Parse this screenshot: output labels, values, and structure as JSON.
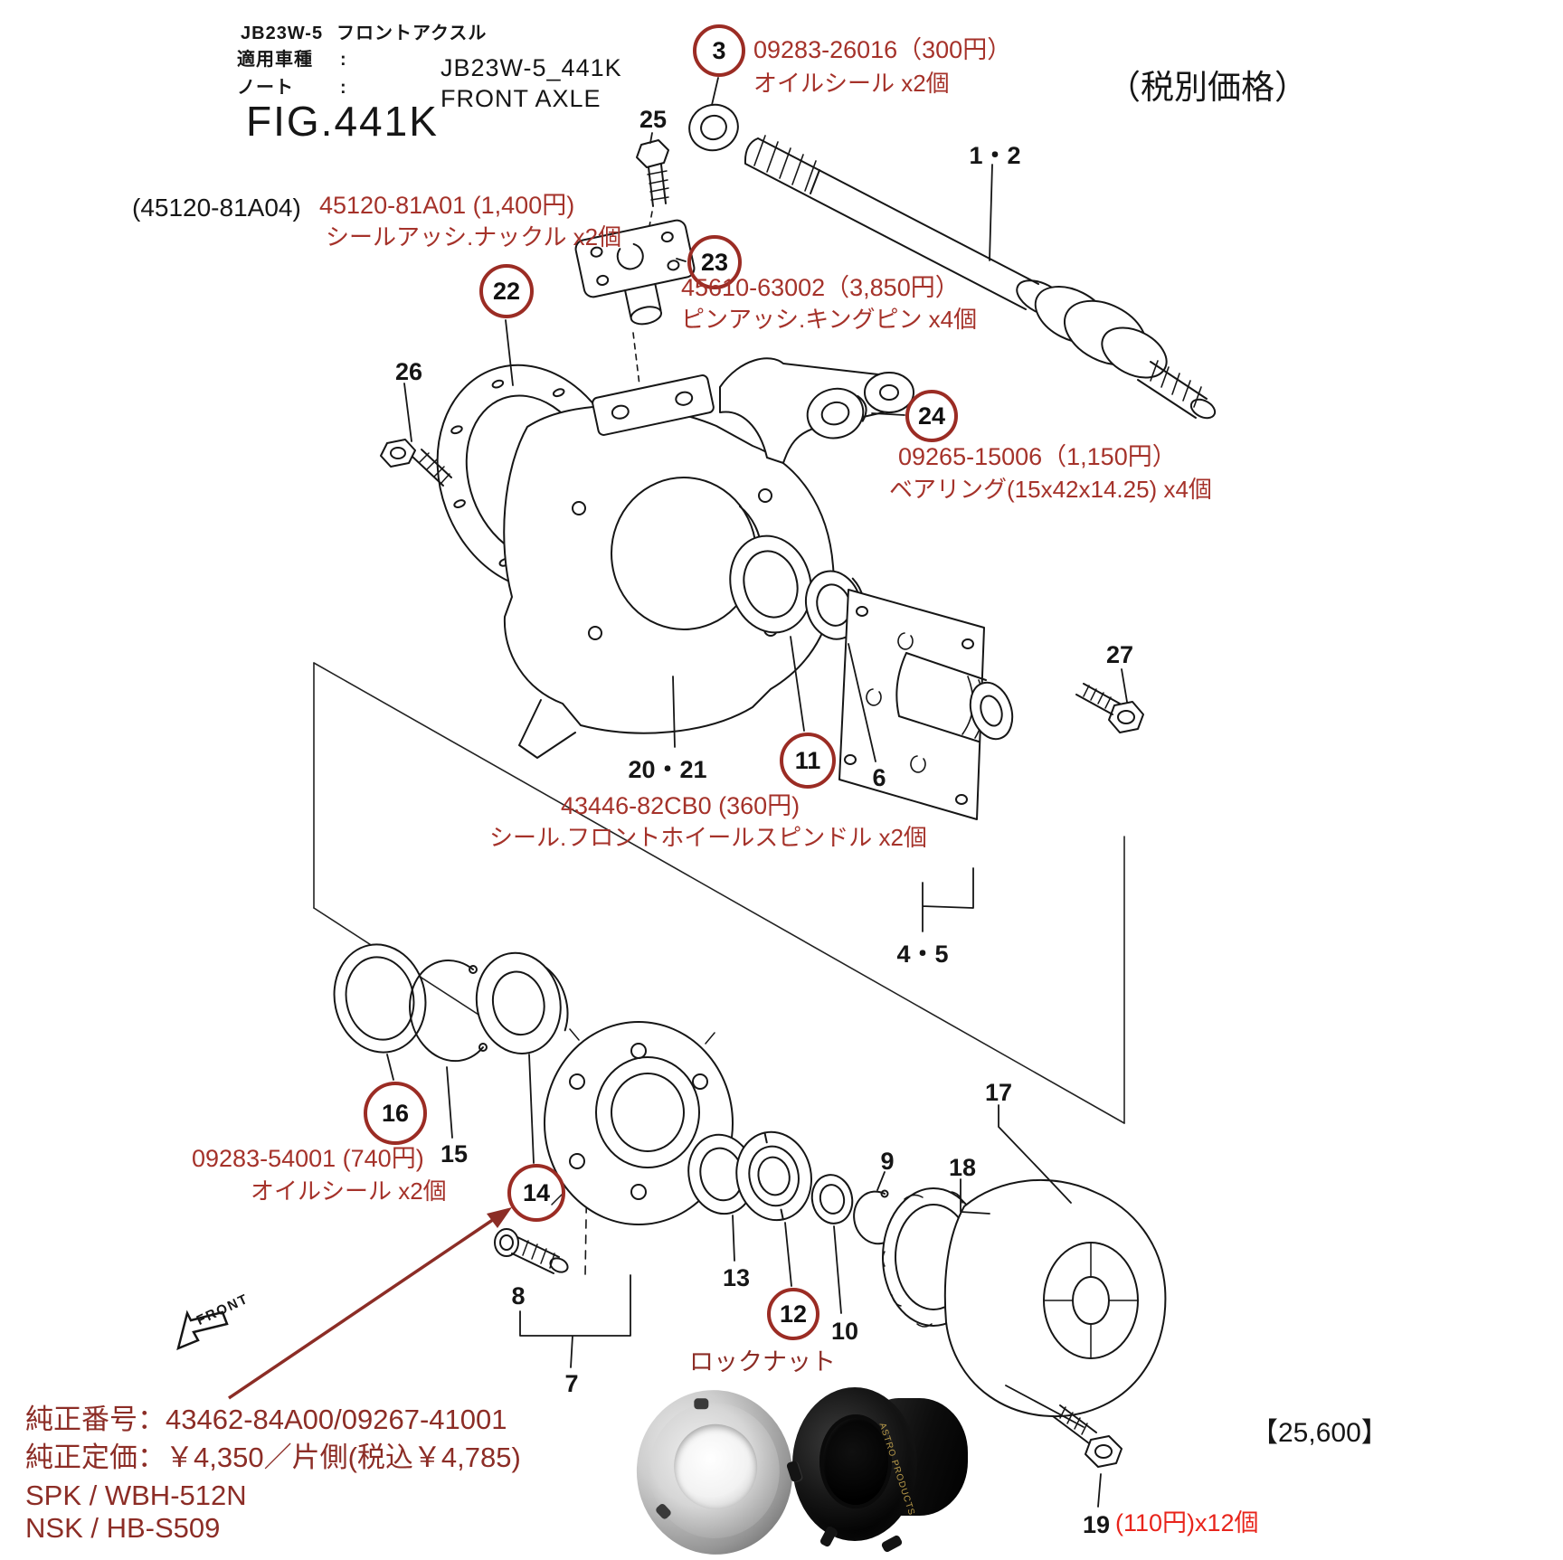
{
  "colors": {
    "annotation_red": "#a5322a",
    "dark_red": "#8c2d26",
    "bright_red": "#e8241b",
    "callout_circle_red": "#9b2c24",
    "line_art": "#161616"
  },
  "header": {
    "model_code": "JB23W-5",
    "diagram_name": "フロントアクスル",
    "applicable_label": "適用車種",
    "applicable_colon": ":",
    "note_label": "ノート",
    "note_colon": ":",
    "figure": "FIG.441K",
    "file_code": "JB23W-5_441K",
    "title_en": "FRONT AXLE",
    "tax_note": "（税別価格）"
  },
  "annotations": {
    "alt_part": "(45120-81A04)",
    "c22_line1": "45120-81A01 (1,400円)",
    "c22_line2": "シールアッシ.ナックル x2個",
    "c3_line1": "09283-26016（300円）",
    "c3_line2": "オイルシール x2個",
    "c23_line1": "45610-63002（3,850円）",
    "c23_line2": "ピンアッシ.キングピン x4個",
    "c24_line1": "09265-15006（1,150円）",
    "c24_line2": "ベアリング(15x42x14.25) x4個",
    "c11_line1": "43446-82CB0 (360円)",
    "c11_line2": "シール.フロントホイールスピンドル x2個",
    "c16_line1": "09283-54001 (740円)",
    "c16_line2": "オイルシール x2個",
    "locknut_label": "ロックナット",
    "part19_price": "(110円)x12個",
    "total_price": "【25,600】",
    "front_label": "FRONT"
  },
  "locknut_info": {
    "line1": "純正番号：43462-84A00/09267-41001",
    "line2": "純正定価：￥4,350／片側(税込￥4,785)",
    "line3": "SPK  / WBH-512N",
    "line4": "NSK  / HB-S509"
  },
  "tool_photo": {
    "brand": "ASTRO PRODUCTS"
  },
  "circles": [
    {
      "num": "3"
    },
    {
      "num": "22"
    },
    {
      "num": "23"
    },
    {
      "num": "24"
    },
    {
      "num": "11"
    },
    {
      "num": "16"
    },
    {
      "num": "14"
    },
    {
      "num": "12"
    }
  ],
  "part_labels": [
    {
      "text": "25"
    },
    {
      "text": "26"
    },
    {
      "text": "1・2"
    },
    {
      "text": "20・21"
    },
    {
      "text": "6"
    },
    {
      "text": "27"
    },
    {
      "text": "4・5"
    },
    {
      "text": "17"
    },
    {
      "text": "18"
    },
    {
      "text": "9"
    },
    {
      "text": "10"
    },
    {
      "text": "13"
    },
    {
      "text": "15"
    },
    {
      "text": "8"
    },
    {
      "text": "7"
    },
    {
      "text": "19"
    }
  ]
}
